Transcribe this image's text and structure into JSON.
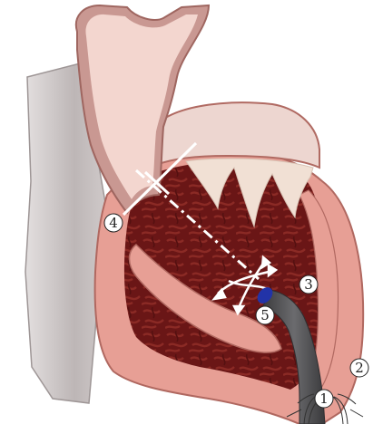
{
  "labels": {
    "one": "1",
    "two": "2",
    "three": "3",
    "four": "4",
    "five": "5"
  },
  "colors": {
    "aorta_outer": "#c99892",
    "aorta_inner": "#f3d6cf",
    "atrium_grey": "#c9c3c3",
    "myocardium": "#e79f95",
    "cavity": "#6a1616",
    "cavity_texture": "#8b2a25",
    "valve": "#f1e0d4",
    "catheter": "#4d4d4f",
    "catheter_tip": "#2233a8"
  }
}
